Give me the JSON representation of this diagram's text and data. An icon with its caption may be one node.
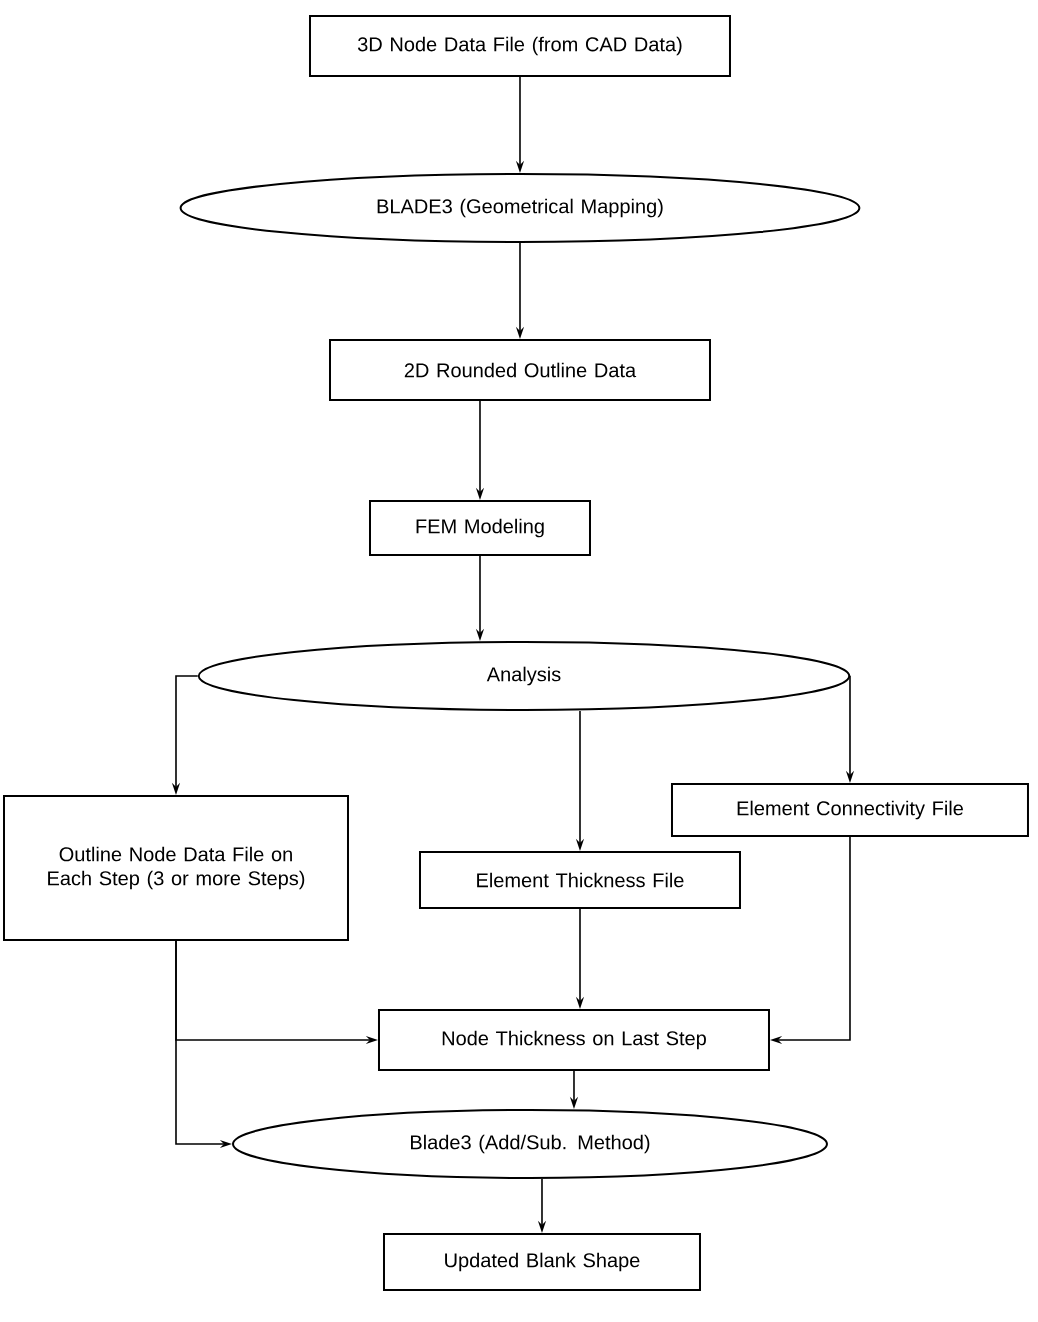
{
  "diagram": {
    "nodes": [
      {
        "text": [
          "3D Node Data File (from CAD Data)"
        ]
      },
      {
        "text": [
          "BLADE3 (Geometrical Mapping)"
        ]
      },
      {
        "text": [
          "2D Rounded Outline Data"
        ]
      },
      {
        "text": [
          "FEM Modeling"
        ]
      },
      {
        "text": [
          "Analysis"
        ]
      },
      {
        "text": [
          "Outline Node Data File on Each Step (3 or more Steps)"
        ]
      },
      {
        "text": [
          "Element Connectivity File"
        ]
      },
      {
        "text": [
          "Element Thickness File"
        ]
      },
      {
        "text": [
          "Node Thickness on Last Step"
        ]
      },
      {
        "text": [
          "Blade3 (Add/Sub. Method)"
        ]
      },
      {
        "text": [
          "Updated Blank Shape"
        ]
      }
    ],
    "edges": [
      {
        "from": 0,
        "to": 1,
        "arrow": "to"
      },
      {
        "from": 1,
        "to": 2,
        "arrow": "to"
      },
      {
        "from": 2,
        "to": 3,
        "arrow": "to"
      },
      {
        "from": 3,
        "to": 4,
        "arrow": "to"
      },
      {
        "from": 4,
        "to": 5,
        "arrow": "to"
      },
      {
        "from": 4,
        "to": 7,
        "arrow": "to"
      },
      {
        "from": 4,
        "to": 6,
        "arrow": "to"
      },
      {
        "from": 7,
        "to": 8,
        "arrow": "to"
      },
      {
        "from": 6,
        "to": 8,
        "arrow": "to"
      },
      {
        "from": 5,
        "to": 8,
        "arrow": "to"
      },
      {
        "from": 5,
        "to": 9,
        "arrow": "to"
      },
      {
        "from": 8,
        "to": 9,
        "arrow": "to"
      },
      {
        "from": 9,
        "to": 10,
        "arrow": "to"
      }
    ]
  }
}
